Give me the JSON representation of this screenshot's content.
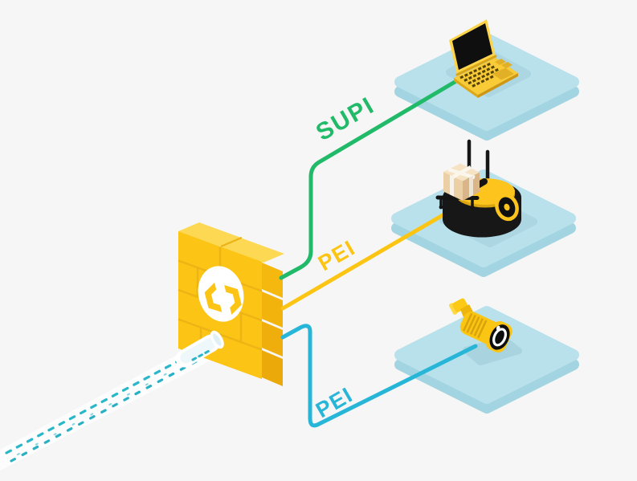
{
  "scene": {
    "background_color": "#f6f6f7",
    "links": [
      {
        "label": "SUPI",
        "color": "#21ba69",
        "connects": "firewall-to-laptop"
      },
      {
        "label": "PEI",
        "color": "#fcc413",
        "connects": "firewall-to-delivery-robot"
      },
      {
        "label": "PEI",
        "color": "#28b6d8",
        "connects": "firewall-to-security-camera"
      }
    ],
    "icons": [
      {
        "name": "firewall-brick-wall-icon",
        "color": "#fcc414"
      },
      {
        "name": "shield-logo-icon",
        "color": "#ffffff"
      },
      {
        "name": "laptop-icon",
        "color": "#f9cb37"
      },
      {
        "name": "delivery-robot-icon",
        "color": "#171717"
      },
      {
        "name": "package-box-icon",
        "color": "#ebcfa5"
      },
      {
        "name": "security-camera-icon",
        "color": "#fbc513"
      },
      {
        "name": "data-stream-icon",
        "color": "#29b7c9"
      },
      {
        "name": "platform-tile-icon",
        "color": "#b9e1ec"
      }
    ]
  }
}
